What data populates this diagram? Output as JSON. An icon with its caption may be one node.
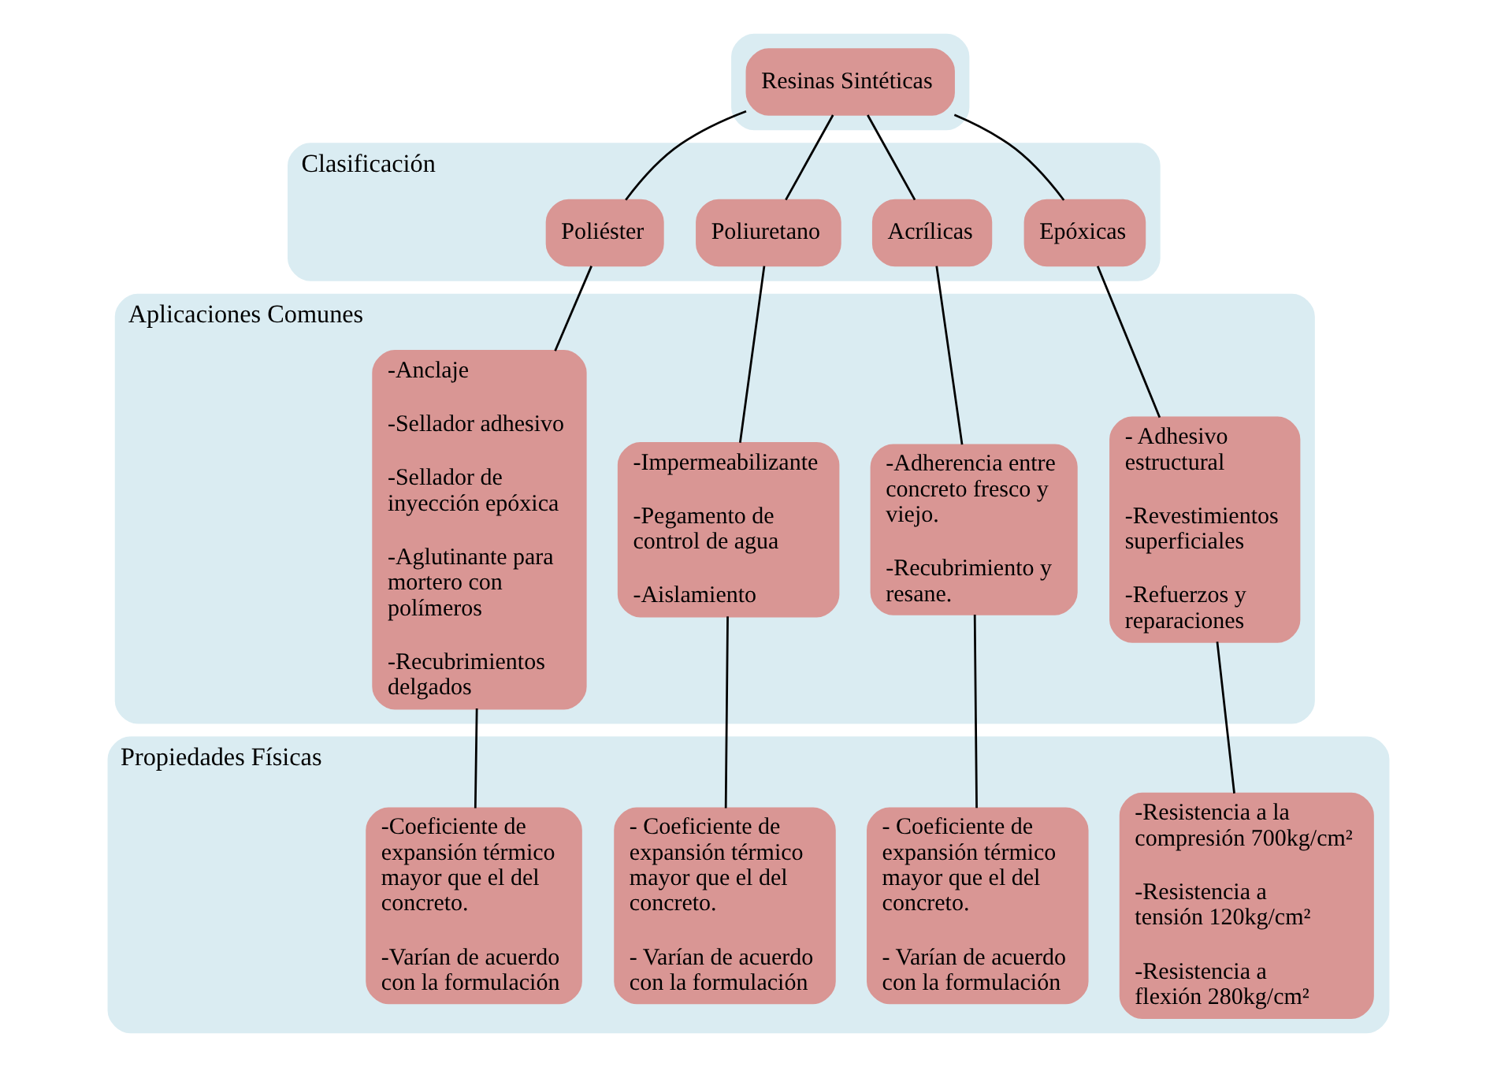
{
  "diagram": {
    "nodes": [
      {
        "text": [],
        "shape": "band"
      },
      {
        "text": [
          "Resinas Sintéticas"
        ],
        "in": 0
      },
      {
        "text": [
          "Clasificación"
        ]
      },
      {
        "text": [
          "Poliéster"
        ],
        "in": 2
      },
      {
        "text": [
          "Poliuretano"
        ],
        "in": 2
      },
      {
        "text": [
          "Acrílicas"
        ],
        "in": 2
      },
      {
        "text": [
          "Epóxicas"
        ],
        "in": 2
      },
      {
        "text": [
          "Aplicaciones Comunes"
        ]
      },
      {
        "text": [
          "-Anclaje",
          "-Sellador adhesivo",
          "-Sellador de inyección epóxica",
          "-Aglutinante para mortero con polímeros",
          "-Recubrimientos delgados"
        ],
        "in": 7
      },
      {
        "text": [
          "-Impermeabilizante",
          "-Pegamento de control de agua",
          "-Aislamiento"
        ],
        "in": 7
      },
      {
        "text": [
          "-Adherencia entre concreto fresco y viejo.",
          "-Recubrimiento y resane."
        ],
        "in": 7
      },
      {
        "text": [
          "- Adhesivo estructural",
          "-Revestimientos superficiales",
          "-Refuerzos y reparaciones"
        ],
        "in": 7
      },
      {
        "text": [
          "Propiedades Físicas"
        ]
      },
      {
        "text": [
          "-Coeficiente de expansión térmico mayor que el del concreto.",
          "-Varían de acuerdo con la formulación"
        ],
        "in": 12
      },
      {
        "text": [
          "- Coeficiente de expansión térmico mayor que el del concreto.",
          "- Varían de acuerdo con la formulación"
        ],
        "in": 12
      },
      {
        "text": [
          "- Coeficiente de expansión térmico mayor que el del concreto.",
          "- Varían de acuerdo con la formulación"
        ],
        "in": 12
      },
      {
        "text": [
          "-Resistencia a la compresión 700kg/cm²",
          "-Resistencia a tensión 120kg/cm²",
          "-Resistencia a flexión 280kg/cm²"
        ],
        "in": 12
      }
    ],
    "edges": [
      {
        "from": 1,
        "to": 3,
        "arrow": "none"
      },
      {
        "from": 1,
        "to": 4,
        "arrow": "none"
      },
      {
        "from": 1,
        "to": 5,
        "arrow": "none"
      },
      {
        "from": 1,
        "to": 6,
        "arrow": "none"
      },
      {
        "from": 3,
        "to": 8,
        "arrow": "none"
      },
      {
        "from": 4,
        "to": 9,
        "arrow": "none"
      },
      {
        "from": 5,
        "to": 10,
        "arrow": "none"
      },
      {
        "from": 6,
        "to": 11,
        "arrow": "none"
      },
      {
        "from": 8,
        "to": 13,
        "arrow": "none"
      },
      {
        "from": 9,
        "to": 14,
        "arrow": "none"
      },
      {
        "from": 10,
        "to": 15,
        "arrow": "none"
      },
      {
        "from": 11,
        "to": 16,
        "arrow": "none"
      }
    ]
  }
}
